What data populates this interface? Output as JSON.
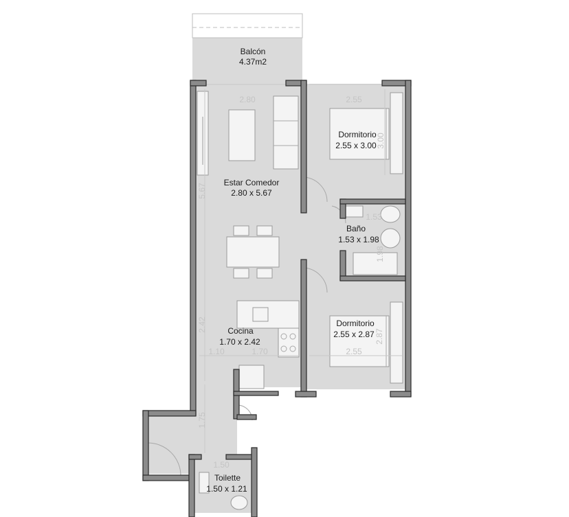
{
  "rooms": {
    "balcon": {
      "name": "Balcón",
      "size": "4.37m2"
    },
    "estar": {
      "name": "Estar Comedor",
      "size": "2.80 x 5.67"
    },
    "dorm1": {
      "name": "Dormitorio",
      "size": "2.55 x 3.00"
    },
    "bano": {
      "name": "Baño",
      "size": "1.53 x 1.98"
    },
    "dorm2": {
      "name": "Dormitorio",
      "size": "2.55 x 2.87"
    },
    "cocina": {
      "name": "Cocina",
      "size": "1.70 x 2.42"
    },
    "toilette": {
      "name": "Toilette",
      "size": "1.50 x 1.21"
    }
  },
  "dimensions": {
    "estar_width": "2.80",
    "estar_height": "5.67",
    "dorm1_width": "2.55",
    "dorm1_height": "3.00",
    "bano_width": "1.53",
    "bano_height": "1.98",
    "dorm2_width": "2.55",
    "dorm2_height": "2.87",
    "cocina_height": "2.42",
    "hall_width": "1.10",
    "cocina_width": "1.70",
    "hall_height": "1.75",
    "toilette_width": "1.50"
  }
}
